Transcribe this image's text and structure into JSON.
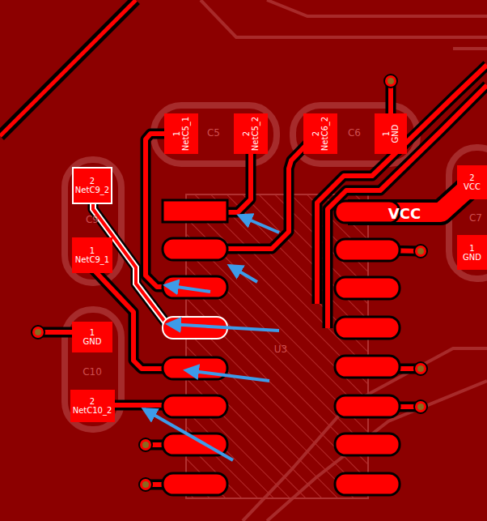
{
  "diagram": {
    "nodes": [
      {
        "text": [
          "1",
          "NetC5_1"
        ]
      },
      {
        "text": [
          "2",
          "NetC5_2"
        ]
      },
      {
        "text": [
          "2",
          "NetC6_2"
        ]
      },
      {
        "text": [
          "1",
          "GND"
        ]
      },
      {
        "text": [
          "2",
          "VCC"
        ]
      },
      {
        "text": [
          "2",
          "NetC9_2"
        ]
      },
      {
        "text": [
          "1",
          "NetC9_1"
        ]
      },
      {
        "text": [
          "1",
          "GND"
        ]
      },
      {
        "text": [
          "2",
          "NetC10_2"
        ]
      },
      {
        "text": [
          "1",
          "GND"
        ]
      }
    ],
    "labels": [
      "C5",
      "C6",
      "C9",
      "C10",
      "C7",
      "U3",
      "VCC"
    ]
  }
}
